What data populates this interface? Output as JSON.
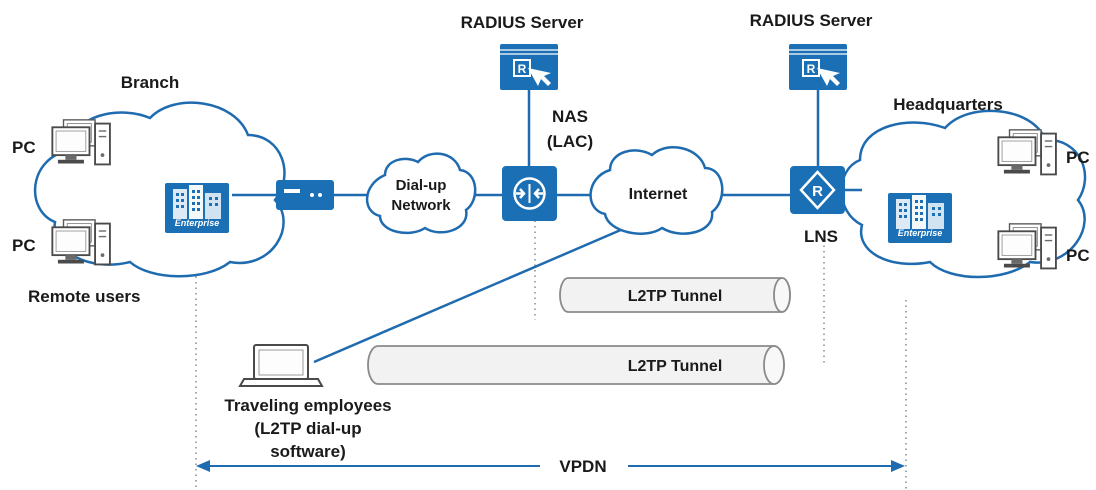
{
  "labels": {
    "branch": "Branch",
    "headquarters": "Headquarters",
    "radius_left": "RADIUS Server",
    "radius_right": "RADIUS Server",
    "nas_line1": "NAS",
    "nas_line2": "(LAC)",
    "lns": "LNS",
    "pc_branch_top": "PC",
    "pc_branch_bottom": "PC",
    "pc_hq_top": "PC",
    "pc_hq_bottom": "PC",
    "remote_users": "Remote users",
    "dialup_line1": "Dial-up",
    "dialup_line2": "Network",
    "internet": "Internet",
    "tunnel_upper": "L2TP Tunnel",
    "tunnel_lower": "L2TP Tunnel",
    "traveling_line1": "Traveling employees",
    "traveling_line2": "(L2TP dial-up",
    "traveling_line3": "software)",
    "vpdn": "VPDN",
    "enterprise_branch": "Enterprise",
    "enterprise_hq": "Enterprise"
  },
  "colors": {
    "device_blue": "#1b6fb5",
    "line_blue": "#1f6bb0",
    "cloud_stroke": "#1f6bb0",
    "tunnel_fill": "#f2f2f2",
    "tunnel_stroke": "#8a8a8a"
  },
  "icons": [
    "pc-icon",
    "laptop-icon",
    "modem-icon",
    "nas-lac-icon",
    "lns-router-icon",
    "radius-server-icon",
    "enterprise-building-icon",
    "cloud-icon",
    "tunnel-icon"
  ]
}
